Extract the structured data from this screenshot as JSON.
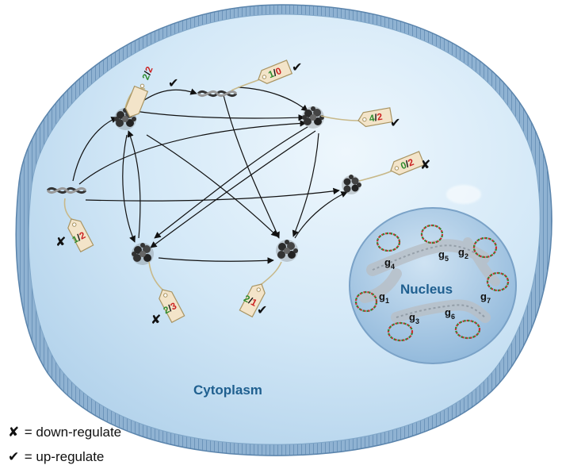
{
  "labels": {
    "cytoplasm": "Cytoplasm",
    "nucleus": "Nucleus"
  },
  "genes": [
    {
      "name": "g",
      "sub": "1"
    },
    {
      "name": "g",
      "sub": "2"
    },
    {
      "name": "g",
      "sub": "3"
    },
    {
      "name": "g",
      "sub": "4"
    },
    {
      "name": "g",
      "sub": "5"
    },
    {
      "name": "g",
      "sub": "6"
    },
    {
      "name": "g",
      "sub": "7"
    }
  ],
  "tags": [
    {
      "up": "2",
      "down": "2",
      "regulation": "up"
    },
    {
      "up": "1",
      "down": "0",
      "regulation": "up"
    },
    {
      "up": "4",
      "down": "2",
      "regulation": "up"
    },
    {
      "up": "0",
      "down": "2",
      "regulation": "down"
    },
    {
      "up": "1",
      "down": "2",
      "regulation": "down"
    },
    {
      "up": "2",
      "down": "3",
      "regulation": "down"
    },
    {
      "up": "2",
      "down": "1",
      "regulation": "up"
    }
  ],
  "legend": {
    "down_symbol": "✘",
    "down_text": "= down-regulate",
    "up_symbol": "✔",
    "up_text": "= up-regulate"
  },
  "colors": {
    "up_count": "#2e8b2e",
    "down_count": "#cc2222",
    "cell_fill": "#cfe6f6",
    "nucleus_fill": "#a9cbe6",
    "membrane": "#6f97bd"
  }
}
